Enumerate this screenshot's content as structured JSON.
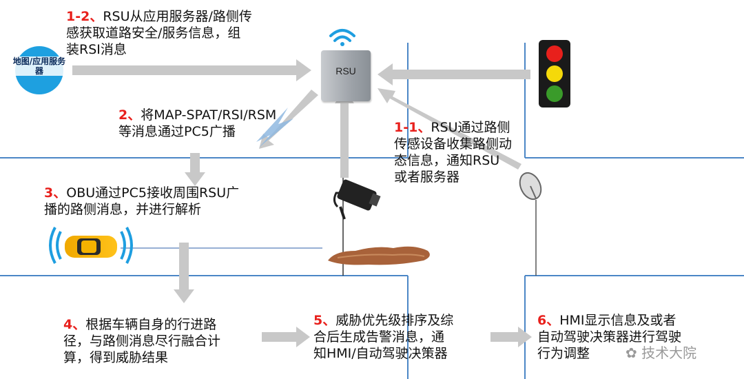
{
  "steps": {
    "s1_2": {
      "num": "1-2",
      "sep": "、",
      "lines": [
        "RSU从应用服务器/路侧传",
        "感获取道路安全/服务信息，组",
        "装RSI消息"
      ]
    },
    "s2": {
      "num": "2",
      "sep": "、",
      "lines": [
        "将MAP-SPAT/RSI/RSM",
        "等消息通过PC5广播"
      ]
    },
    "s1_1": {
      "num": "1-1",
      "sep": "、",
      "lines": [
        "RSU通过路侧",
        "传感设备收集路侧动",
        "态信息，通知RSU",
        "或者服务器"
      ]
    },
    "s3": {
      "num": "3",
      "sep": "、",
      "lines": [
        "OBU通过PC5接收周围RSU广",
        "播的路侧消息，并进行解析"
      ]
    },
    "s4": {
      "num": "4",
      "sep": "、",
      "lines": [
        "根据车辆自身的行进路",
        "径，与路侧消息尽行融合计",
        "算，得到威胁结果"
      ]
    },
    "s5": {
      "num": "5",
      "sep": "、",
      "lines": [
        "威胁优先级排序及综",
        "合后生成告警消息，通",
        "知HMI/自动驾驶决策器"
      ]
    },
    "s6": {
      "num": "6",
      "sep": "、",
      "lines": [
        "HMI显示信息及或者",
        "自动驾驶决策器进行驾驶",
        "行为调整"
      ]
    }
  },
  "icons": {
    "rsu_label": "RSU",
    "map_label": "地图/应用服务器",
    "wifi": "wifi-icon",
    "traffic_light": "traffic-light-icon",
    "camera": "camera-icon",
    "radar": "radar-icon",
    "car": "car-icon",
    "obstacle": "road-obstacle-icon"
  },
  "watermark": "技术大院",
  "colors": {
    "step_number": "#e8201c",
    "arrow": "#c8c8c8",
    "road_line": "#4b86c6",
    "wifi": "#1e9ee0"
  }
}
